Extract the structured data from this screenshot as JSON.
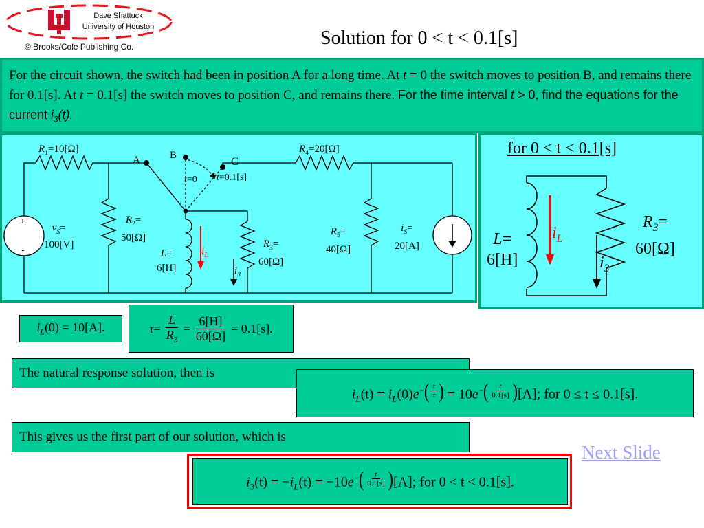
{
  "header": {
    "author": "Dave Shattuck",
    "university": "University of Houston",
    "copyright": "© Brooks/Cole Publishing Co.",
    "logo_letters": "UH",
    "title": "Solution for 0 < t < 0.1[s]"
  },
  "problem": {
    "part1": "For the circuit shown, the switch had been in position A for a long time.  At ",
    "t1": "t",
    "part2": " = 0 the switch moves to position B, and remains there for 0.1[s].  At ",
    "t2": "t",
    "part3": " = 0.1[s] the switch moves to position C, and remains there.  ",
    "part4": "For the time interval ",
    "t3": "t",
    "part5": " > 0, find the equations for the current ",
    "current_var": "i",
    "current_sub": "3",
    "part6": "(t)."
  },
  "circuit": {
    "r1": {
      "sym": "R",
      "sub": "1",
      "val": "=10[Ω]"
    },
    "r2": {
      "sym": "R",
      "sub": "2",
      "eq": "=",
      "val": "50[Ω]"
    },
    "r3": {
      "sym": "R",
      "sub": "3",
      "eq": "=",
      "val": "60[Ω]"
    },
    "r4": {
      "sym": "R",
      "sub": "4",
      "val": "=20[Ω]"
    },
    "r5": {
      "sym": "R",
      "sub": "5",
      "eq": "=",
      "val": "40[Ω]"
    },
    "vs": {
      "sym": "v",
      "sub": "S",
      "eq": "=",
      "val": "100[V]"
    },
    "is": {
      "sym": "i",
      "sub": "S",
      "eq": "=",
      "val": "20[A]"
    },
    "inductor": {
      "sym": "L",
      "eq": "=",
      "val": "6[H]"
    },
    "il": {
      "sym": "i",
      "sub": "L"
    },
    "i3": {
      "sym": "i",
      "sub": "3"
    },
    "switch_a": "A",
    "switch_b": "B",
    "switch_c": "C",
    "t_b": "t",
    "t_b_val": "=0",
    "t_c": "t",
    "t_c_val": "=0.1[s]",
    "plus": "+",
    "minus": "-"
  },
  "subcircuit": {
    "heading": "for 0 < t < 0.1[s]",
    "l_sym": "L",
    "l_eq": "=",
    "l_val": "6[H]",
    "il_sym": "i",
    "il_sub": "L",
    "r3_sym": "R",
    "r3_sub": "3",
    "r3_eq": "=",
    "r3_val": "60[Ω]",
    "i3_sym": "i",
    "i3_sub": "3"
  },
  "equations": {
    "initial": {
      "lhs": "i",
      "sub": "L",
      "rest": "(0) = 10[A]."
    },
    "tau": {
      "sym": "τ",
      "eq": " = ",
      "num1": "L",
      "den1_sym": "R",
      "den1_sub": "3",
      "eq2": " = ",
      "num2": "6[H]",
      "den2": "60[Ω]",
      "result": " = 0.1[s]."
    },
    "natural_label": "The natural response solution, then is",
    "natural": {
      "lhs": "i",
      "sub": "L",
      "t": "(t) = ",
      "rhs_i": "i",
      "rhs_sub": "L",
      "rhs_rest": "(0)",
      "e1": "e",
      "neg": "−",
      "exp_num": "t",
      "exp_den": "τ",
      "eq2": " = 10",
      "e2": "e",
      "exp2_num": "t",
      "exp2_den": "0.1[s]",
      "tail": "[A];  for 0 ≤ t ≤ 0.1[s]."
    },
    "first_part_label": "This gives us the first part of our solution, which is",
    "final": {
      "lhs": "i",
      "sub": "3",
      "t": "(t) = −",
      "mid_i": "i",
      "mid_sub": "L",
      "mid_t": "(t) = −10",
      "e": "e",
      "neg": "−",
      "exp_num": "t",
      "exp_den": "0.1[s]",
      "tail": "[A];  for 0 < t < 0.1[s]."
    }
  },
  "nav": {
    "next": "Next Slide"
  },
  "colors": {
    "teal": "#00cc99",
    "cyan": "#66ffff",
    "frame": "#00a37a",
    "red": "#ff0000",
    "link": "#9999ff"
  }
}
